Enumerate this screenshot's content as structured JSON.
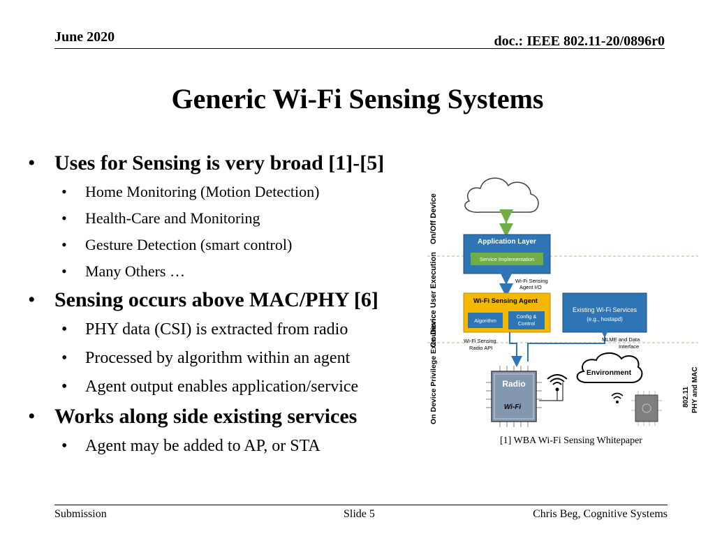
{
  "header": {
    "date": "June 2020",
    "doc": "doc.: IEEE 802.11-20/0896r0"
  },
  "title": "Generic Wi-Fi Sensing Systems",
  "sections": [
    {
      "heading": "Uses for Sensing is very broad [1]-[5]",
      "items": [
        "Home Monitoring (Motion Detection)",
        "Health-Care and Monitoring",
        "Gesture Detection (smart control)",
        "Many Others …"
      ]
    },
    {
      "heading": "Sensing occurs above MAC/PHY [6]",
      "items": [
        "PHY data (CSI) is extracted from radio",
        "Processed by algorithm within an agent",
        "Agent output enables application/service"
      ]
    },
    {
      "heading": "Works along side existing services",
      "items": [
        "Agent may be added to AP, or STA"
      ]
    }
  ],
  "diagram": {
    "zones": [
      "On/Off Device",
      "On Device User Execution",
      "On Device Privilege Execution"
    ],
    "right_label_1": "802.11",
    "right_label_2": "PHY and MAC",
    "application_layer": "Application Layer",
    "service_implementation": "Service Implementation",
    "agent_io_1": "Wi-Fi Sensing",
    "agent_io_2": "Agent I/O",
    "sensing_agent": "Wi-Fi Sensing Agent",
    "algorithm": "Algorithm",
    "config_1": "Config &",
    "config_2": "Control",
    "existing_1": "Existing Wi-Fi Services",
    "existing_2": "(e.g., hostapd)",
    "radio_api_1": "Wi-Fi Sensing",
    "radio_api_2": "Radio API",
    "mlme_1": "MLME and Data",
    "mlme_2": "Interface",
    "environment": "Environment",
    "radio": "Radio",
    "wifi_logo": "Wi-Fi",
    "colors": {
      "blue": "#2e75b6",
      "blue_dark": "#1f4e79",
      "gold": "#f5b800",
      "green": "#70ad47",
      "chip": "#7f7f7f"
    }
  },
  "caption": "[1] WBA Wi-Fi Sensing Whitepaper",
  "footer": {
    "left": "Submission",
    "center": "Slide 5",
    "right": "Chris Beg, Cognitive Systems"
  }
}
